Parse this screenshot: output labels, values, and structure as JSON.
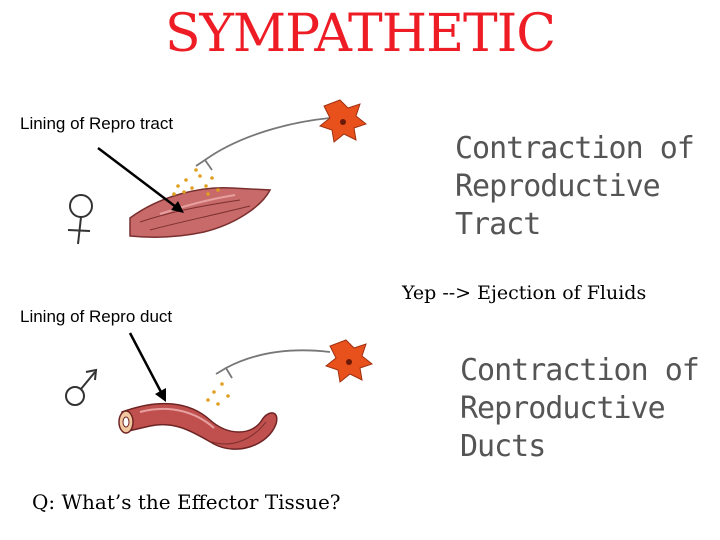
{
  "title": "SYMPATHETIC",
  "female": {
    "label": "Lining of Repro tract",
    "effect_lines": [
      "Contraction of",
      "Reproductive Tract"
    ]
  },
  "male": {
    "label": "Lining of Repro duct",
    "effect_lines": [
      "Contraction of",
      "Reproductive Ducts"
    ]
  },
  "note": "Yep --> Ejection of Fluids",
  "question": "Q: What’s the Effector Tissue?",
  "colors": {
    "title": "#ee1c25",
    "muscle": "#c0504d",
    "neuron": "#e8501c",
    "dots": "#e0a020"
  }
}
